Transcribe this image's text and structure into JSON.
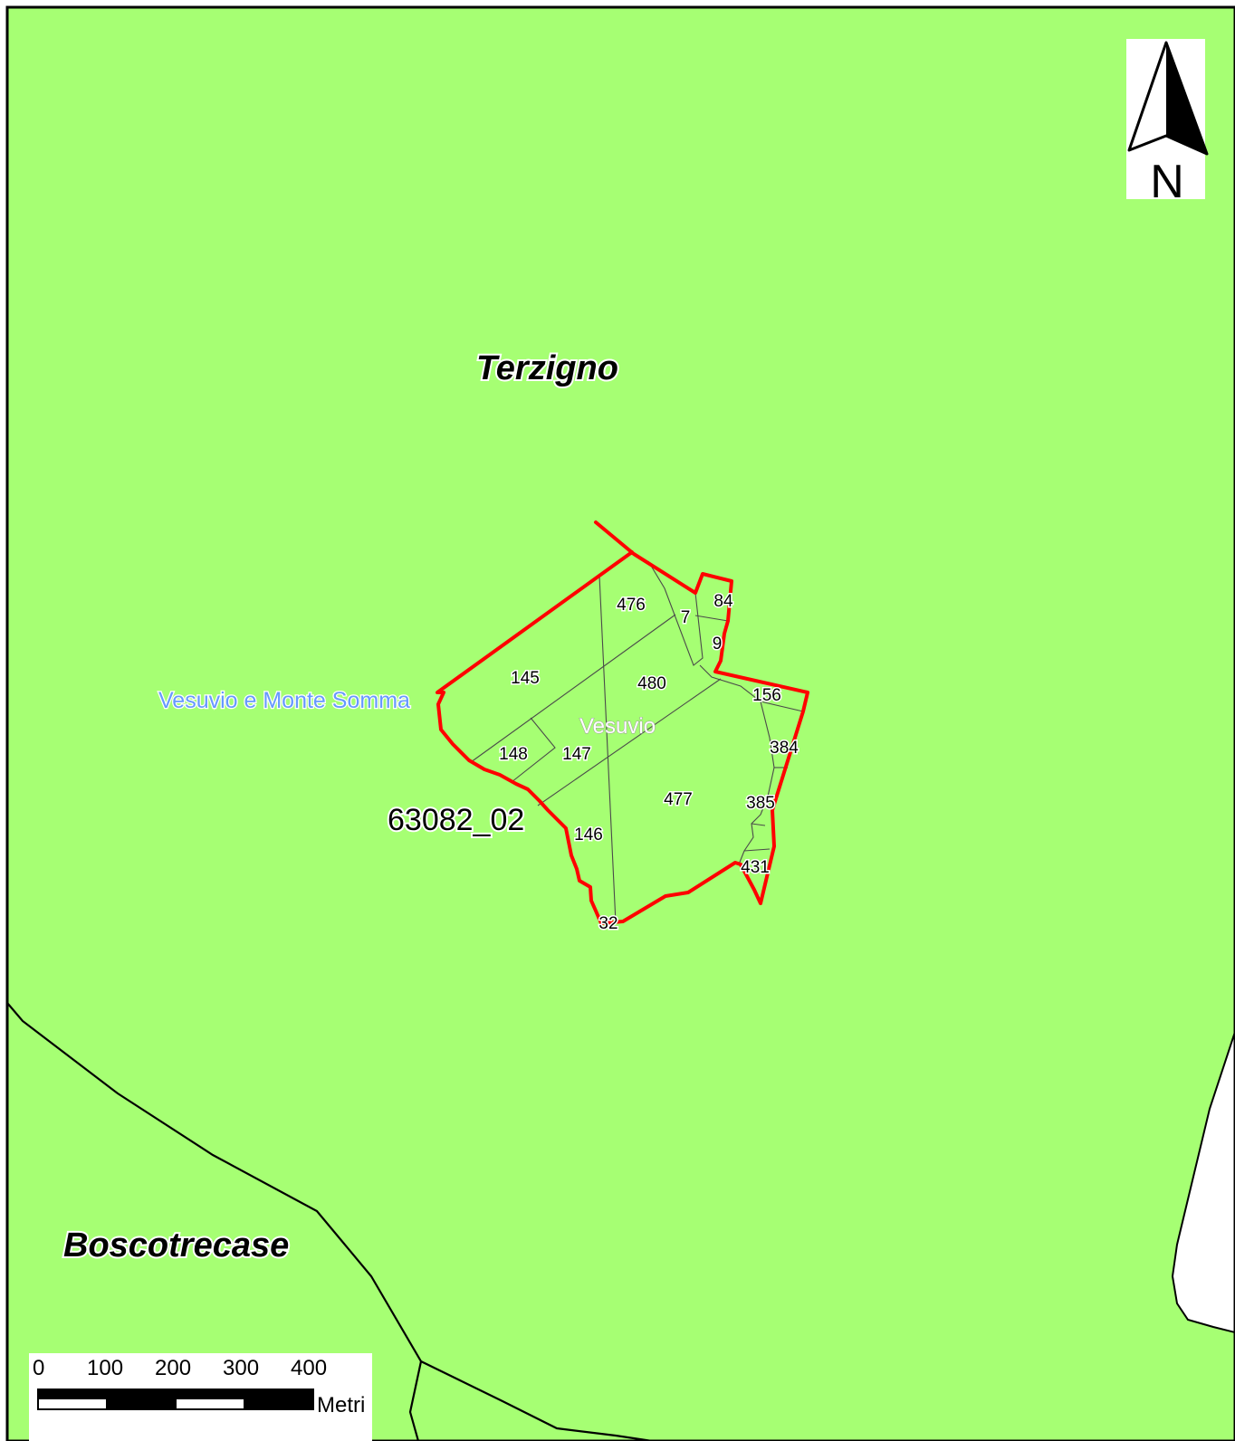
{
  "colors": {
    "park_fill": "#a6ff73",
    "site_boundary": "#ff0000",
    "parcel_lines": "#4a4a4a",
    "municipal_boundary": "#000000",
    "park_label": "#6699ff",
    "outside_area": "#ffffff"
  },
  "map": {
    "towns": {
      "terzigno": "Terzigno",
      "boscotrecase": "Boscotrecase"
    },
    "park_name": "Vesuvio e Monte Somma",
    "zone_name": "Vesuvio",
    "site_code": "63082_02",
    "parcels": [
      "476",
      "7",
      "84",
      "9",
      "145",
      "480",
      "156",
      "148",
      "147",
      "384",
      "477",
      "385",
      "146",
      "431",
      "32"
    ]
  },
  "north_arrow": {
    "letter": "N",
    "icon": "north-arrow-icon"
  },
  "scale_bar": {
    "ticks": [
      "0",
      "100",
      "200",
      "300",
      "400"
    ],
    "unit": "Metri"
  }
}
